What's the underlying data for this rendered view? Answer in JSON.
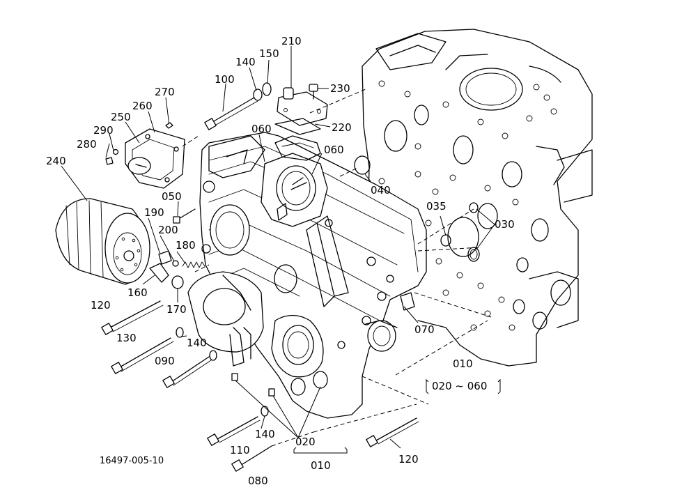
{
  "drawing_number": "16497-005-10",
  "callouts": {
    "c010": "010",
    "c010_range": "020 ~ 060",
    "c010b": "010",
    "c020": "020",
    "c030": "030",
    "c035": "035",
    "c040": "040",
    "c050": "050",
    "c060a": "060",
    "c060b": "060",
    "c070": "070",
    "c080": "080",
    "c090": "090",
    "c100": "100",
    "c110": "110",
    "c120a": "120",
    "c120b": "120",
    "c130": "130",
    "c140a": "140",
    "c140b": "140",
    "c140c": "140",
    "c150": "150",
    "c160": "160",
    "c170": "170",
    "c180": "180",
    "c190": "190",
    "c200": "200",
    "c210": "210",
    "c220": "220",
    "c230": "230",
    "c240": "240",
    "c250": "250",
    "c260": "260",
    "c270": "270",
    "c280": "280",
    "c290": "290"
  }
}
